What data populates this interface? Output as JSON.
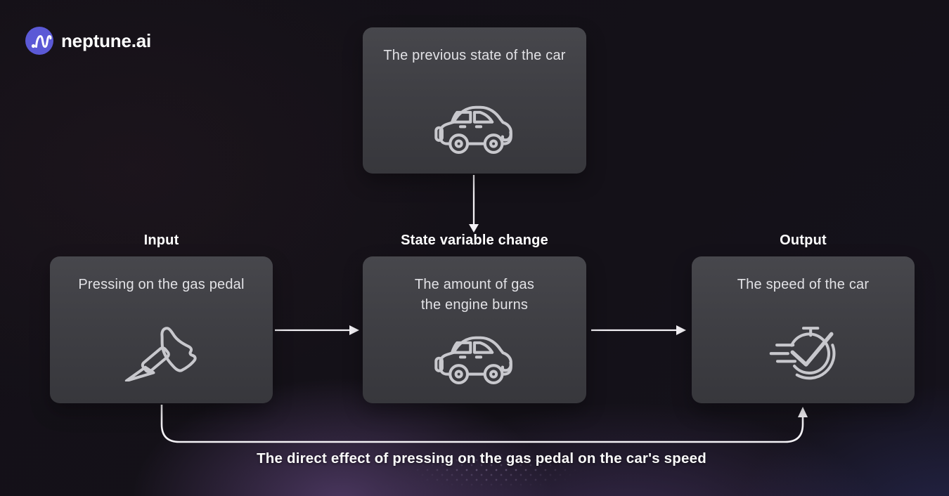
{
  "brand": {
    "name": "neptune.ai",
    "logo_icon": "neptune-wave-icon",
    "logo_circle_color": "#5b59d6"
  },
  "diagram": {
    "top_node": {
      "id": "previous-state",
      "text": "The previous state of the car",
      "icon": "car-icon"
    },
    "columns": [
      {
        "id": "input",
        "label": "Input",
        "lines": [
          "Pressing on the gas pedal"
        ],
        "icon": "gas-pedal-icon"
      },
      {
        "id": "state-variable-change",
        "label": "State variable change",
        "lines": [
          "The amount of gas",
          "the engine burns"
        ],
        "icon": "car-icon"
      },
      {
        "id": "output",
        "label": "Output",
        "lines": [
          "The speed of the car"
        ],
        "icon": "speedometer-icon"
      }
    ],
    "edges": [
      {
        "from": "previous-state",
        "to": "state-variable-change",
        "style": "straight-down"
      },
      {
        "from": "input",
        "to": "state-variable-change",
        "style": "straight-right"
      },
      {
        "from": "state-variable-change",
        "to": "output",
        "style": "straight-right"
      },
      {
        "from": "input",
        "to": "output",
        "style": "curved-bottom"
      }
    ],
    "caption": "The direct effect of pressing on the gas pedal on the car's speed"
  },
  "colors": {
    "background_base": "#141118",
    "glow_purple": "#7a589e",
    "glow_indigo": "#3a408a",
    "card_gradient_top": "#47474c",
    "card_gradient_bottom": "#37373c",
    "card_text": "#e2e2e6",
    "label_text": "#ffffff",
    "arrow": "#f4f2f6",
    "icon_stroke": "#c8c8cd",
    "logo_circle": "#5b59d6"
  }
}
